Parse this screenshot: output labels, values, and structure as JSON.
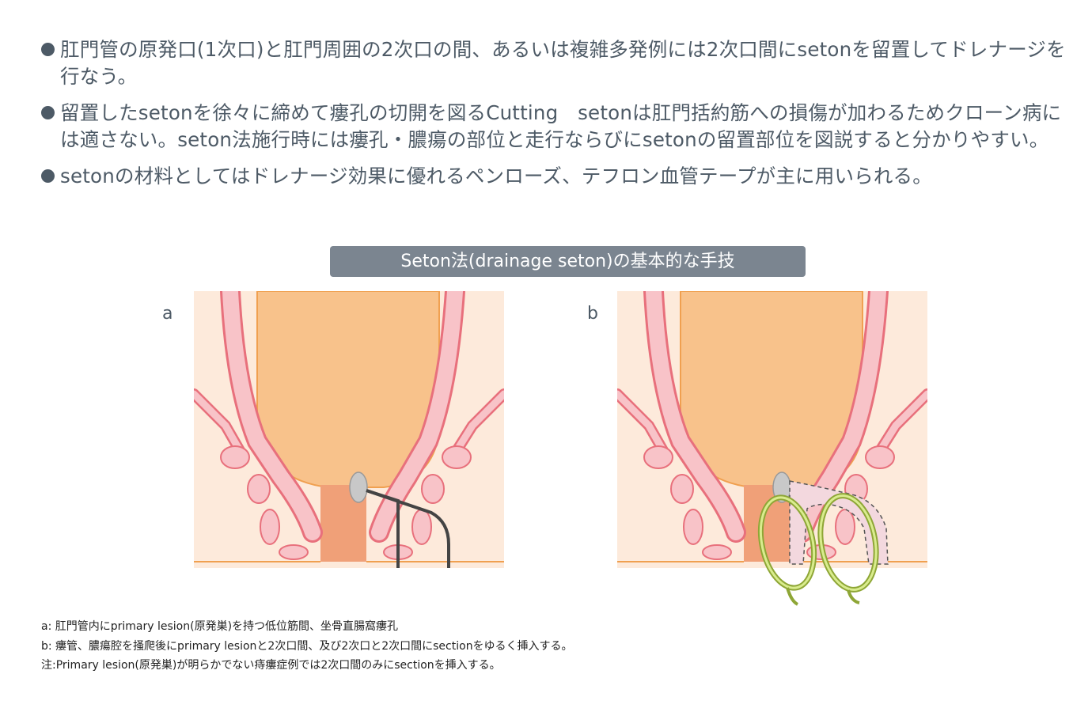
{
  "bullets": [
    "肛門管の原発口(1次口)と肛門周囲の2次口の間、あるいは複雑多発例には2次口間にsetonを留置してドレナージを行なう。",
    "留置したsetonを徐々に締めて瘻孔の切開を図るCutting　setonは肛門括約筋への損傷が加わるためクローン病には適さない。seton法施行時には瘻孔・膿瘍の部位と走行ならびにsetonの留置部位を図説すると分かりやすい。",
    "setonの材料としてはドレナージ効果に優れるペンローズ、テフロン血管テープが主に用いられる。"
  ],
  "figure_title": "Seton法(drainage seton)の基本的な手技",
  "panels": {
    "a": "a",
    "b": "b"
  },
  "notes": [
    "a:  肛門管内にprimary lesion(原発巣)を持つ低位筋間、坐骨直腸窩瘻孔",
    "b:  瘻管、膿瘍腔を掻爬後にprimary lesionと2次口間、及び2次口と2次口間にsectionをゆるく挿入する。",
    "注:Primary lesion(原発巣)が明らかでない痔瘻症例では2次口間のみにsectionを挿入する。"
  ],
  "colors": {
    "text": "#4d5a66",
    "badge": "#7b8590",
    "tissue": "#fdeadb",
    "rectum": "#f8c28b",
    "anal_canal": "#f0a078",
    "muscle": "#f8c3c8",
    "muscle_line": "#e8707c",
    "outline": "#f0a050",
    "seton_drain": "#444444",
    "seton_loop": "#b5cf52",
    "lesion": "#c8c8c8"
  },
  "icons": [
    "bullet-dot",
    "primary-lesion-icon",
    "seton-icon",
    "loop-seton-icon"
  ]
}
